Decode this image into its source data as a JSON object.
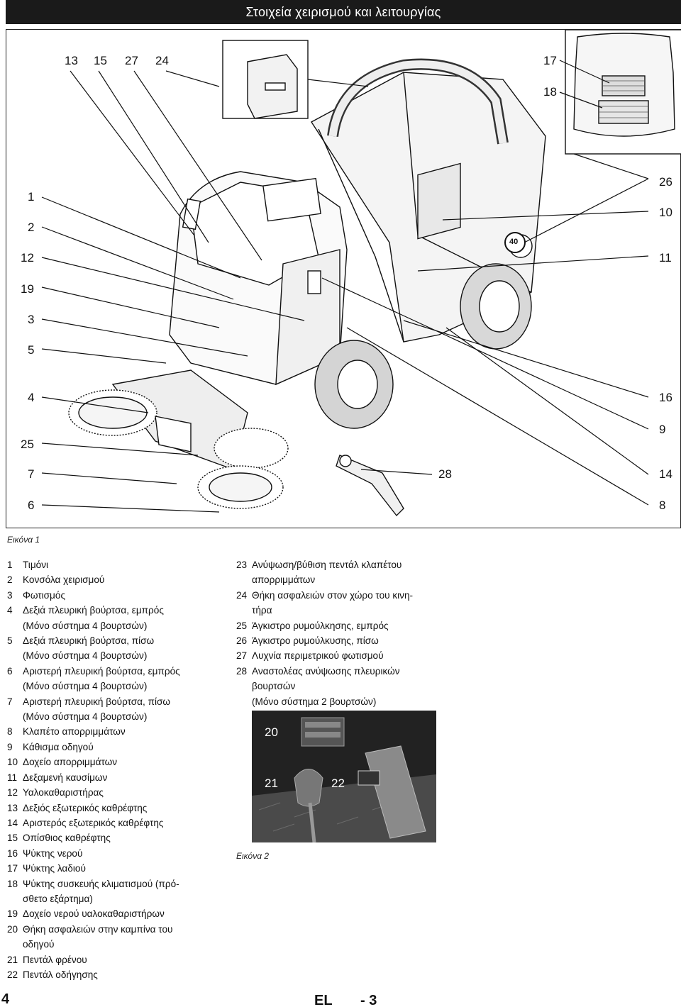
{
  "header": {
    "title": "Στοιχεία χειρισμού και λειτουργίας"
  },
  "figure1": {
    "callouts": {
      "c13": "13",
      "c15": "15",
      "c27": "27",
      "c24": "24",
      "c17": "17",
      "c18": "18",
      "c26": "26",
      "c10": "10",
      "c11": "11",
      "c1": "1",
      "c2": "2",
      "c12": "12",
      "c19": "19",
      "c3": "3",
      "c5": "5",
      "c4": "4",
      "c25": "25",
      "c7": "7",
      "c6": "6",
      "c16": "16",
      "c9": "9",
      "c28": "28",
      "c14": "14",
      "c8": "8",
      "badge40": "40"
    },
    "caption": "Εικόνα 1"
  },
  "legend_left": [
    {
      "num": "1",
      "text": "Τιμόνι"
    },
    {
      "num": "2",
      "text": "Κονσόλα χειρισμού"
    },
    {
      "num": "3",
      "text": "Φωτισμός"
    },
    {
      "num": "4",
      "text": "Δεξιά πλευρική βούρτσα, εμπρός"
    },
    {
      "num": "",
      "text": "(Μόνο σύστημα 4 βουρτσών)"
    },
    {
      "num": "5",
      "text": "Δεξιά πλευρική βούρτσα, πίσω"
    },
    {
      "num": "",
      "text": "(Μόνο σύστημα 4 βουρτσών)"
    },
    {
      "num": "6",
      "text": "Αριστερή πλευρική βούρτσα, εμπρός"
    },
    {
      "num": "",
      "text": "(Μόνο σύστημα 4 βουρτσών)"
    },
    {
      "num": "7",
      "text": "Αριστερή πλευρική βούρτσα, πίσω"
    },
    {
      "num": "",
      "text": "(Μόνο σύστημα 4 βουρτσών)"
    },
    {
      "num": "8",
      "text": "Κλαπέτο απορριμμάτων"
    },
    {
      "num": "9",
      "text": "Κάθισμα οδηγού"
    },
    {
      "num": "10",
      "text": "Δοχείο απορριμμάτων"
    },
    {
      "num": "11",
      "text": "Δεξαμενή καυσίμων"
    },
    {
      "num": "12",
      "text": "Υαλοκαθαριστήρας"
    },
    {
      "num": "13",
      "text": "Δεξιός εξωτερικός καθρέφτης"
    },
    {
      "num": "14",
      "text": "Αριστερός εξωτερικός καθρέφτης"
    },
    {
      "num": "15",
      "text": "Οπίσθιος καθρέφτης"
    },
    {
      "num": "16",
      "text": "Ψύκτης νερού"
    },
    {
      "num": "17",
      "text": "Ψύκτης λαδιού"
    },
    {
      "num": "18",
      "text": "Ψύκτης συσκευής κλιματισμού (πρό-"
    },
    {
      "num": "",
      "text": "σθετο εξάρτημα)"
    },
    {
      "num": "19",
      "text": "Δοχείο νερού υαλοκαθαριστήρων"
    },
    {
      "num": "20",
      "text": "Θήκη ασφαλειών στην καμπίνα του"
    },
    {
      "num": "",
      "text": "οδηγού"
    },
    {
      "num": "21",
      "text": "Πεντάλ φρένου"
    },
    {
      "num": "22",
      "text": "Πεντάλ οδήγησης"
    }
  ],
  "legend_right": [
    {
      "num": "23",
      "text": "Ανύψωση/βύθιση πεντάλ κλαπέτου"
    },
    {
      "num": "",
      "text": "απορριμμάτων"
    },
    {
      "num": "24",
      "text": "Θήκη ασφαλειών στον χώρο του κινη-"
    },
    {
      "num": "",
      "text": "τήρα"
    },
    {
      "num": "25",
      "text": "Άγκιστρο ρυμούλκησης, εμπρός"
    },
    {
      "num": "26",
      "text": "Άγκιστρο ρυμούλκυσης, πίσω"
    },
    {
      "num": "27",
      "text": "Λυχνία περιμετρικού φωτισμού"
    },
    {
      "num": "28",
      "text": "Αναστολέας ανύψωσης πλευρικών"
    },
    {
      "num": "",
      "text": "βουρτσών"
    },
    {
      "num": "",
      "text": "(Μόνο σύστημα 2 βουρτσών)"
    }
  ],
  "figure2": {
    "labels": {
      "l20": "20",
      "l21": "21",
      "l22": "22"
    },
    "caption": "Εικόνα 2"
  },
  "footer": {
    "page": "4",
    "lang": "EL",
    "sub": "- 3"
  }
}
